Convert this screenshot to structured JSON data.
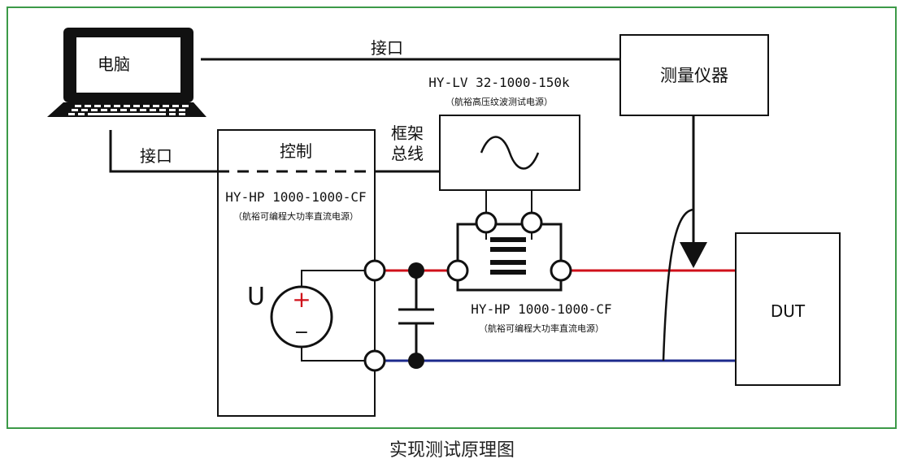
{
  "frame_color": "#3c9a48",
  "wire_red": "#d0101a",
  "wire_blue": "#1c2a8c",
  "laptop": {
    "label": "电脑"
  },
  "instrument": {
    "label": "测量仪器"
  },
  "links": {
    "top_interface": "接口",
    "left_interface": "接口",
    "bus_line1": "框架",
    "bus_line2": "总线"
  },
  "control_box": {
    "control_label": "控制",
    "model": "HY-HP 1000-1000-CF",
    "desc": "（航裕可编程大功率直流电源）"
  },
  "ripple_source": {
    "model": "HY-LV 32-1000-150k",
    "desc": "（航裕高压纹波测试电源）"
  },
  "lower_source": {
    "model": "HY-HP 1000-1000-CF",
    "desc": "（航裕可编程大功率直流电源）"
  },
  "source_symbol": {
    "voltage_symbol": "U",
    "plus": "+",
    "minus": "−"
  },
  "dut": {
    "label": "DUT"
  },
  "caption": "实现测试原理图"
}
